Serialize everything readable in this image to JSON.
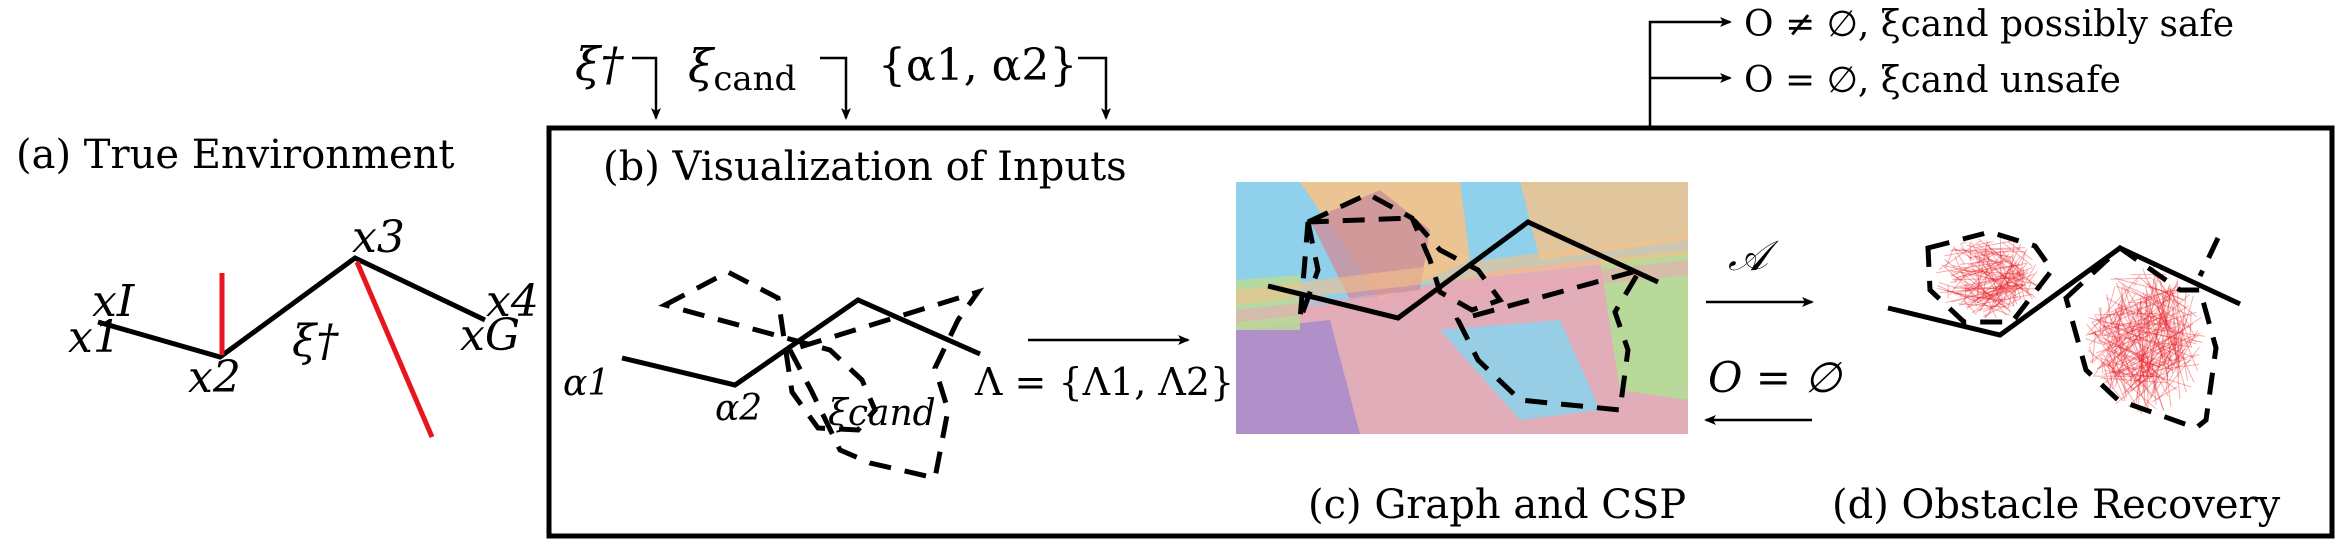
{
  "panels": {
    "a_label": "(a) True Environment",
    "b_label": "(b) Visualization of Inputs",
    "c_label": "(c) Graph and CSP",
    "d_label": "(d) Obstacle Recovery"
  },
  "inputs": {
    "xi_dagger": "ξ†",
    "xi_cand": "ξ",
    "xi_cand_sub": "cand",
    "alpha_set": "{α1, α2}"
  },
  "outputs": {
    "possibly_safe": "O ≠ ∅, ξcand possibly safe",
    "unsafe": "O = ∅, ξcand unsafe"
  },
  "env_labels": {
    "x_I": "xI",
    "x_1": "x1",
    "x_2": "x2",
    "x_3": "x3",
    "x_4": "x4",
    "x_G": "xG",
    "xi_dagger": "ξ†"
  },
  "inputs_vis": {
    "alpha1": "α1",
    "alpha2": "α2",
    "xi_cand": "ξcand",
    "lambda_eq": "Λ = {Λ1, Λ2}"
  },
  "arrows": {
    "A_label": "𝒜",
    "O_empty": "O = ∅"
  },
  "colors": {
    "obstacle_red": "#e8141e",
    "line_black": "#000000",
    "region_blue": "#8fd0ea",
    "region_purple": "#b090c8",
    "region_orange": "#f4c28a",
    "region_green": "#b9d99a",
    "region_pink": "#e9a8b4"
  }
}
